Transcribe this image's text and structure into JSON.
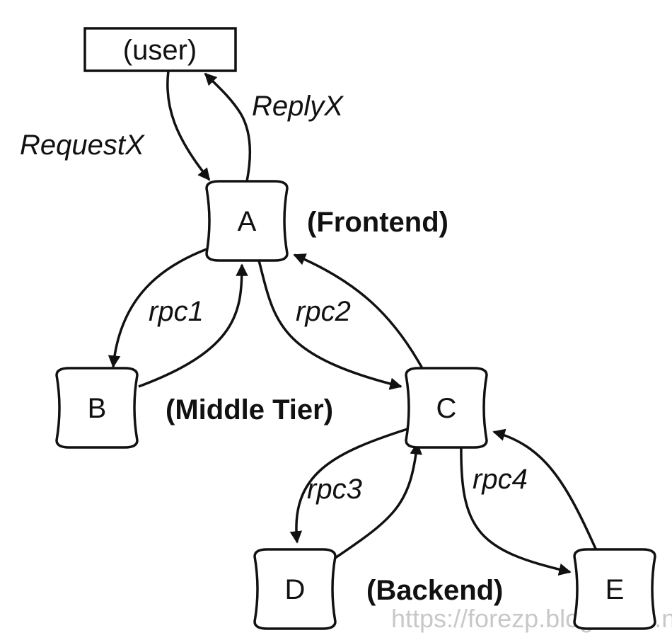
{
  "nodes": {
    "user": "(user)",
    "a": "A",
    "b": "B",
    "c": "C",
    "d": "D",
    "e": "E"
  },
  "edges": {
    "request": "RequestX",
    "reply": "ReplyX",
    "rpc1": "rpc1",
    "rpc2": "rpc2",
    "rpc3": "rpc3",
    "rpc4": "rpc4"
  },
  "tiers": {
    "frontend": "(Frontend)",
    "middle": "(Middle Tier)",
    "backend": "(Backend)"
  },
  "watermark": "https://forezp.blog.csdn.net"
}
